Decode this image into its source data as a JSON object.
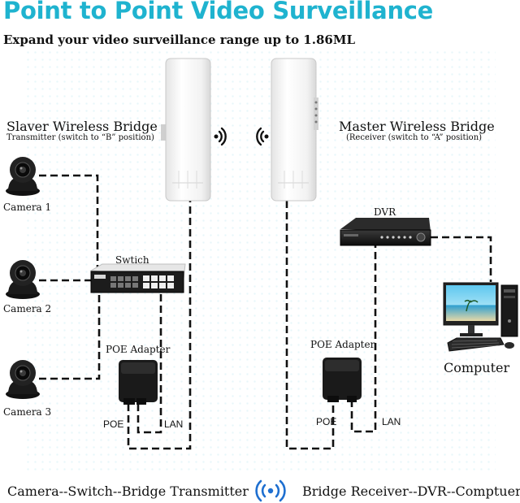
{
  "header": {
    "title": "Point to Point Video Surveillance",
    "subtitle": "Expand your video surveillance range up to 1.86ML"
  },
  "slaver": {
    "title": "Slaver Wireless Bridge",
    "subtitle": "Transmitter (switch to “B” position)"
  },
  "master": {
    "title": "Master Wireless Bridge",
    "subtitle": "(Receiver (switch to “A” position)"
  },
  "cameras": [
    "Camera 1",
    "Camera 2",
    "Camera 3"
  ],
  "switch_label": "Swtich",
  "dvr_label": "DVR",
  "computer_label": "Computer",
  "poe_adapter_label": "POE Adapter",
  "poe_label": "POE",
  "lan_label": "LAN",
  "footer": {
    "left": "Camera--Switch--Bridge Transmitter",
    "right": "Bridge Receiver--DVR--Comptuer"
  },
  "colors": {
    "title": "#1fb3cf",
    "wifi_icon": "#1e6fd0",
    "cable": "#111111"
  }
}
